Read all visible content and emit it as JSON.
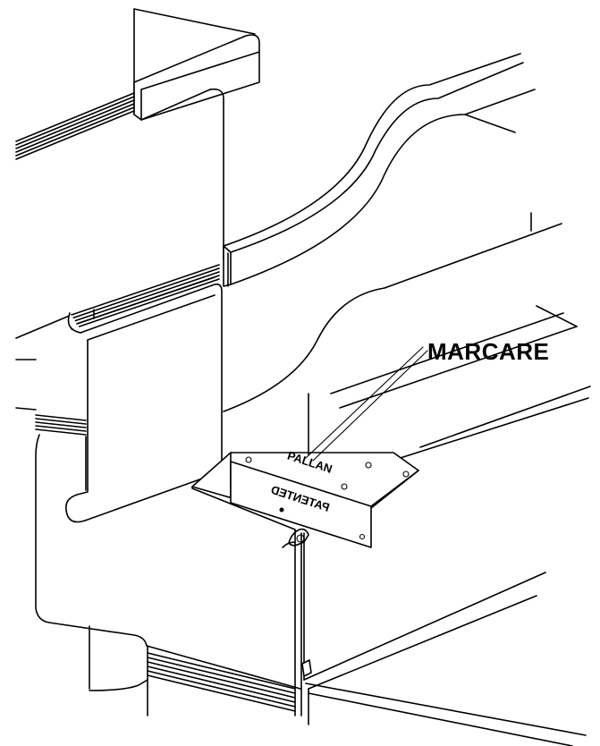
{
  "callout": {
    "label": "MARCARE"
  },
  "plate_markings": {
    "logo_text": "PALLAN",
    "stamp_text": "PATENTED"
  }
}
